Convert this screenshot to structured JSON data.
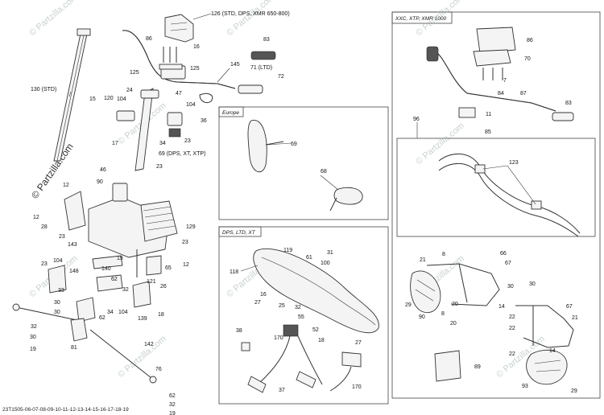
{
  "watermark": "© Partzilla.com",
  "footer_code": "23T1505-06-07-08-09-10-11-12-13-14-15-16-17-18-19",
  "boxes": {
    "xxc": "XXC, XTP, XMR 1000",
    "europe": "Europe",
    "dps": "DPS, LTD, XT"
  },
  "callouts": {
    "c126": "126 (STD, DPS, XMR 650-800)",
    "c86": "86",
    "c16": "16",
    "c125": "125",
    "c83": "83",
    "c145": "145",
    "c71": "71 (LTD)",
    "c72": "72",
    "c130": "130 (STD)",
    "c24": "24",
    "c47": "47",
    "c104": "104",
    "c36": "36",
    "c15": "15",
    "c120": "120",
    "c104b": "104",
    "c23": "23",
    "c34": "34",
    "c17": "17",
    "c69dps": "69 (DPS, XT, XTP)",
    "c23b": "23",
    "c46": "46",
    "c90": "90",
    "c12": "12",
    "c12b": "12",
    "c28": "28",
    "c23c": "23",
    "c143": "143",
    "c129": "129",
    "c23d": "23",
    "c23e": "23",
    "c104c": "104",
    "c19": "19",
    "c148": "148",
    "c140": "140",
    "c65": "65",
    "c12c": "12",
    "c62": "62",
    "c121": "121",
    "c26": "26",
    "c33": "33",
    "c32": "32",
    "c34b": "34",
    "c104d": "104",
    "c139": "139",
    "c18": "18",
    "c62b": "62",
    "c30a": "30",
    "c32b": "32",
    "c81": "81",
    "c19b": "19",
    "c142": "142",
    "c76": "76",
    "c62c": "62",
    "c32c": "32",
    "c19c": "19",
    "c69": "69",
    "c68": "68",
    "c119": "119",
    "c31": "31",
    "c61": "61",
    "c118": "118",
    "c100": "100",
    "c16b": "16",
    "c27": "27",
    "c25": "25",
    "c32d": "32",
    "c55": "55",
    "c52": "52",
    "c38": "38",
    "c170": "170",
    "c18b": "18",
    "c27b": "27",
    "c170b": "170",
    "c37": "37",
    "c86b": "86",
    "c70": "70",
    "c7": "7",
    "c84": "84",
    "c87": "87",
    "c11": "11",
    "c85": "85",
    "c83b": "83",
    "c96": "96",
    "c123": "123",
    "c21": "21",
    "c66": "66",
    "c67": "67",
    "c29": "29",
    "c30": "30",
    "c20": "20",
    "c8": "8",
    "c14": "14",
    "c90b": "90",
    "c30b": "30",
    "c22": "22",
    "c22b": "22",
    "c67b": "67",
    "c21b": "21",
    "c14b": "14",
    "c89": "89",
    "c93": "93",
    "c29b": "29"
  }
}
